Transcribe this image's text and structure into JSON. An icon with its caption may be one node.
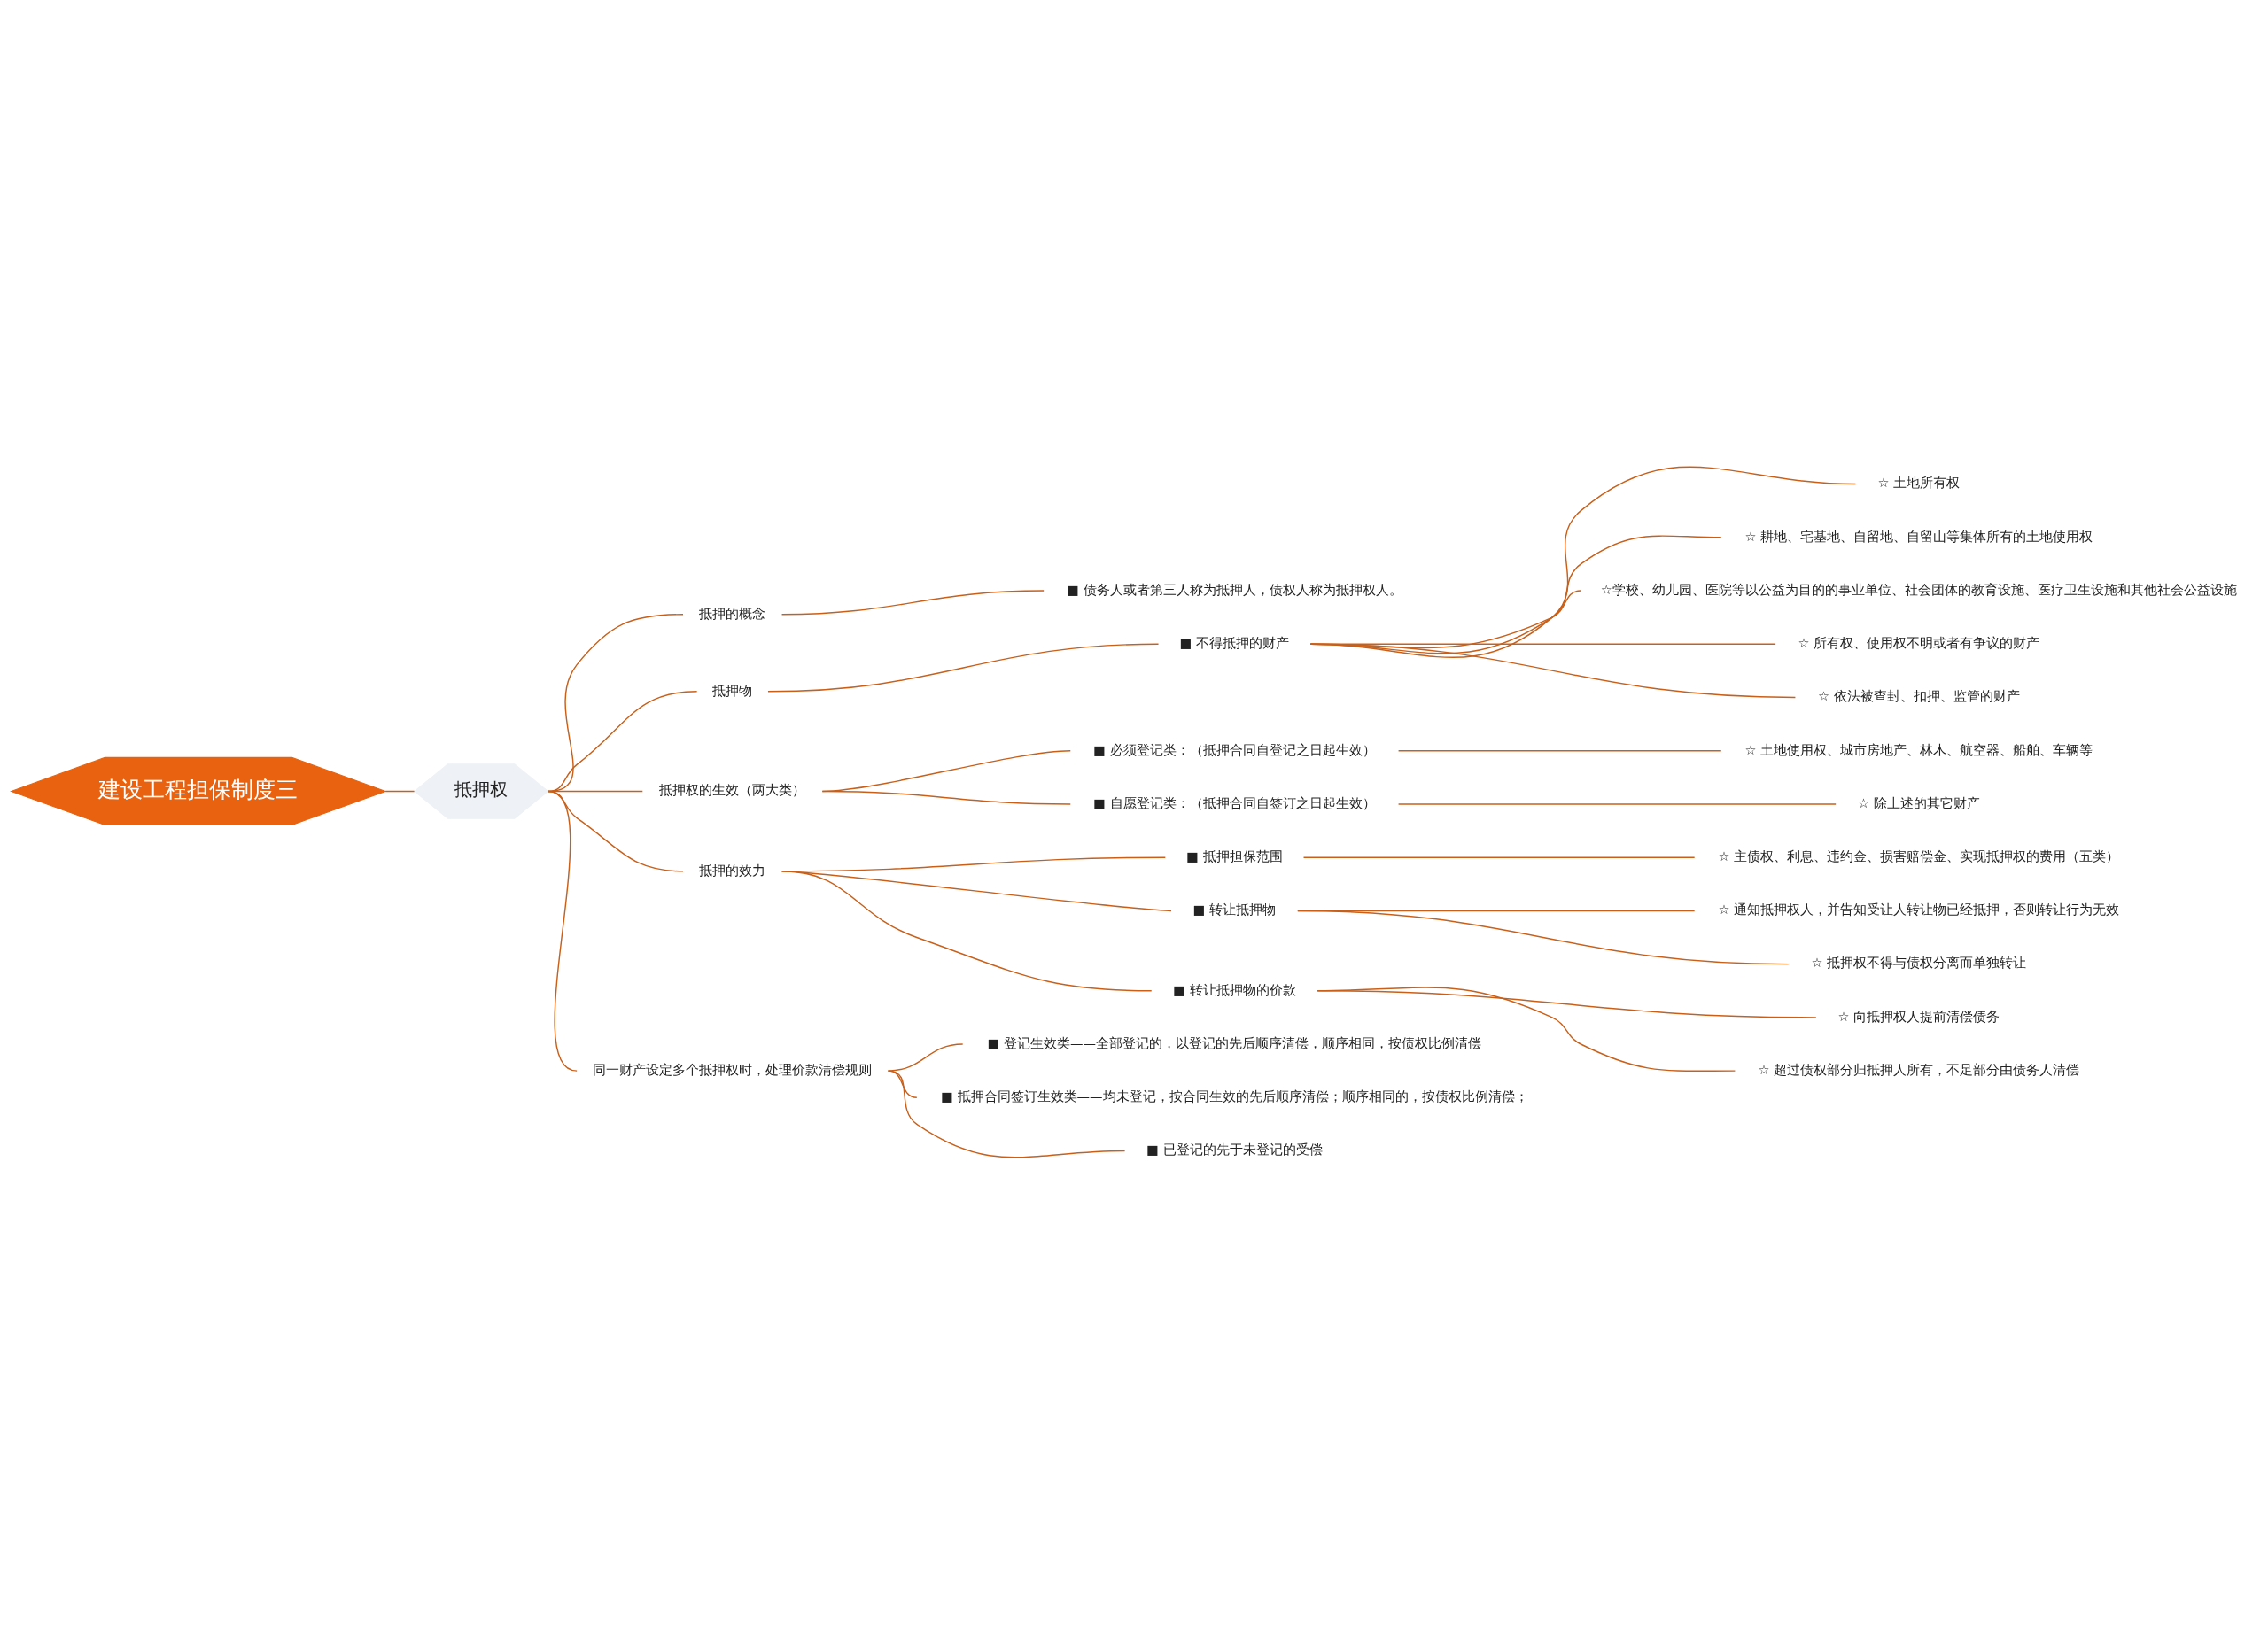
{
  "diagram": {
    "nodes": [
      {
        "text": [
          "建设工程担保制度三"
        ]
      },
      {
        "text": [
          "抵押权"
        ]
      },
      {
        "text": [
          "抵押的概念"
        ]
      },
      {
        "text": [
          "■ 债务人或者第三人称为抵押人，债权人称为抵押权人。"
        ]
      },
      {
        "text": [
          "抵押物"
        ]
      },
      {
        "text": [
          "■ 不得抵押的财产"
        ]
      },
      {
        "text": [
          "☆ 土地所有权"
        ]
      },
      {
        "text": [
          "☆ 耕地、宅基地、自留地、自留山等集体所有的土地使用权"
        ]
      },
      {
        "text": [
          "☆学校、幼儿园、医院等以公益为目的的事业单位、社会团体的教育设施、医疗卫生设施和其他社会公益设施"
        ]
      },
      {
        "text": [
          "☆ 所有权、使用权不明或者有争议的财产"
        ]
      },
      {
        "text": [
          "☆ 依法被查封、扣押、监管的财产"
        ]
      },
      {
        "text": [
          "抵押权的生效（两大类）"
        ]
      },
      {
        "text": [
          "■ 必须登记类：（抵押合同自登记之日起生效）"
        ]
      },
      {
        "text": [
          "☆ 土地使用权、城市房地产、林木、航空器、船舶、车辆等"
        ]
      },
      {
        "text": [
          "■ 自愿登记类：（抵押合同自签订之日起生效）"
        ]
      },
      {
        "text": [
          "☆ 除上述的其它财产"
        ]
      },
      {
        "text": [
          "抵押的效力"
        ]
      },
      {
        "text": [
          "■ 抵押担保范围"
        ]
      },
      {
        "text": [
          "☆ 主债权、利息、违约金、损害赔偿金、实现抵押权的费用（五类）"
        ]
      },
      {
        "text": [
          "■ 转让抵押物"
        ]
      },
      {
        "text": [
          "☆ 通知抵押权人，并告知受让人转让物已经抵押，否则转让行为无效"
        ]
      },
      {
        "text": [
          "☆ 抵押权不得与债权分离而单独转让"
        ]
      },
      {
        "text": [
          "■ 转让抵押物的价款"
        ]
      },
      {
        "text": [
          "☆ 向抵押权人提前清偿债务"
        ]
      },
      {
        "text": [
          "☆ 超过债权部分归抵押人所有，不足部分由债务人清偿"
        ]
      },
      {
        "text": [
          "同一财产设定多个抵押权时，处理价款清偿规则"
        ]
      },
      {
        "text": [
          "■ 登记生效类——全部登记的，以登记的先后顺序清偿，顺序相同，按债权比例清偿"
        ]
      },
      {
        "text": [
          "■ 抵押合同签订生效类——均未登记，按合同生效的先后顺序清偿；顺序相同的，按债权比例清偿；"
        ]
      },
      {
        "text": [
          "■ 已登记的先于未登记的受偿"
        ]
      }
    ],
    "edges": [
      {
        "from": 0,
        "to": 1,
        "arrow": "none"
      },
      {
        "from": 1,
        "to": 2,
        "arrow": "none"
      },
      {
        "from": 2,
        "to": 3,
        "arrow": "none"
      },
      {
        "from": 1,
        "to": 4,
        "arrow": "none"
      },
      {
        "from": 4,
        "to": 5,
        "arrow": "none"
      },
      {
        "from": 5,
        "to": 6,
        "arrow": "none"
      },
      {
        "from": 5,
        "to": 7,
        "arrow": "none"
      },
      {
        "from": 5,
        "to": 8,
        "arrow": "none"
      },
      {
        "from": 5,
        "to": 9,
        "arrow": "none"
      },
      {
        "from": 5,
        "to": 10,
        "arrow": "none"
      },
      {
        "from": 1,
        "to": 11,
        "arrow": "none"
      },
      {
        "from": 11,
        "to": 12,
        "arrow": "none"
      },
      {
        "from": 12,
        "to": 13,
        "arrow": "none"
      },
      {
        "from": 11,
        "to": 14,
        "arrow": "none"
      },
      {
        "from": 14,
        "to": 15,
        "arrow": "none"
      },
      {
        "from": 1,
        "to": 16,
        "arrow": "none"
      },
      {
        "from": 16,
        "to": 17,
        "arrow": "none"
      },
      {
        "from": 17,
        "to": 18,
        "arrow": "none"
      },
      {
        "from": 16,
        "to": 19,
        "arrow": "none"
      },
      {
        "from": 19,
        "to": 20,
        "arrow": "none"
      },
      {
        "from": 19,
        "to": 21,
        "arrow": "none"
      },
      {
        "from": 16,
        "to": 22,
        "arrow": "none"
      },
      {
        "from": 22,
        "to": 23,
        "arrow": "none"
      },
      {
        "from": 22,
        "to": 24,
        "arrow": "none"
      },
      {
        "from": 1,
        "to": 25,
        "arrow": "none"
      },
      {
        "from": 25,
        "to": 26,
        "arrow": "none"
      },
      {
        "from": 25,
        "to": 27,
        "arrow": "none"
      },
      {
        "from": 25,
        "to": 28,
        "arrow": "none"
      }
    ]
  }
}
